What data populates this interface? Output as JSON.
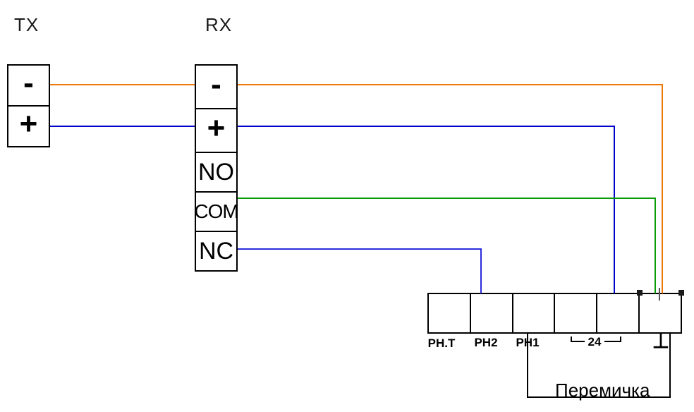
{
  "tx": {
    "title": "TX",
    "cells": [
      "-",
      "+"
    ]
  },
  "rx": {
    "title": "RX",
    "cells": [
      "-",
      "+",
      "NO",
      "COM",
      "NC"
    ]
  },
  "strip": {
    "labels": [
      "РН.Т",
      "РН2",
      "РН1",
      "24",
      "⊥"
    ]
  },
  "jumper": {
    "label": "Перемичка",
    "color": "#000000"
  },
  "wires": [
    {
      "name": "minus-wire",
      "color": "#F07808"
    },
    {
      "name": "plus-wire",
      "color": "#0000C6"
    },
    {
      "name": "com-wire",
      "color": "#089B08"
    },
    {
      "name": "nc-wire",
      "color": "#2B2BDD"
    }
  ],
  "marks": {
    "terminal_square": "#1a1a1a",
    "terminal_tick": "#555555",
    "line": "#000000"
  }
}
